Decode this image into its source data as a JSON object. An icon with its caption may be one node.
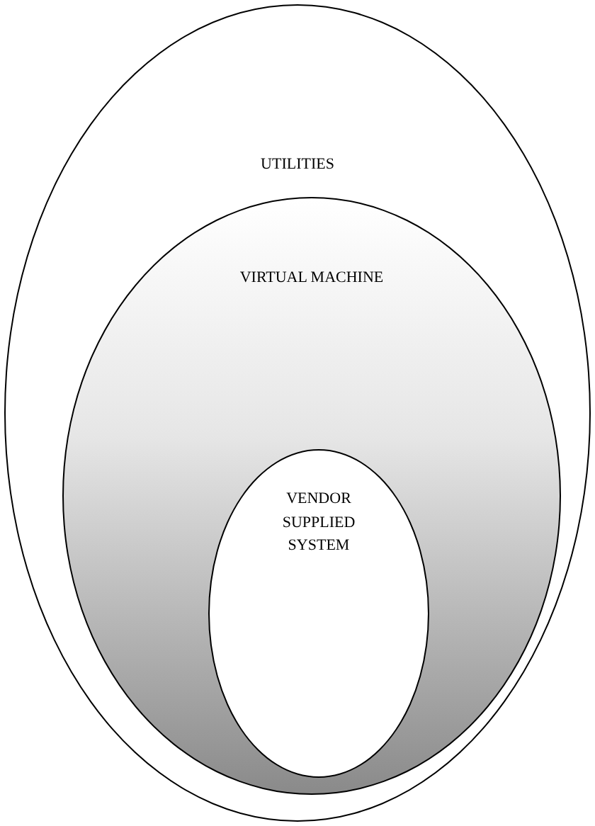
{
  "diagram": {
    "nodes": [
      {
        "text": [
          "UTILITIES"
        ]
      },
      {
        "text": [
          "VIRTUAL MACHINE"
        ],
        "in": 0
      },
      {
        "text": [
          "VENDOR SUPPLIED SYSTEM"
        ],
        "in": 1
      }
    ]
  }
}
